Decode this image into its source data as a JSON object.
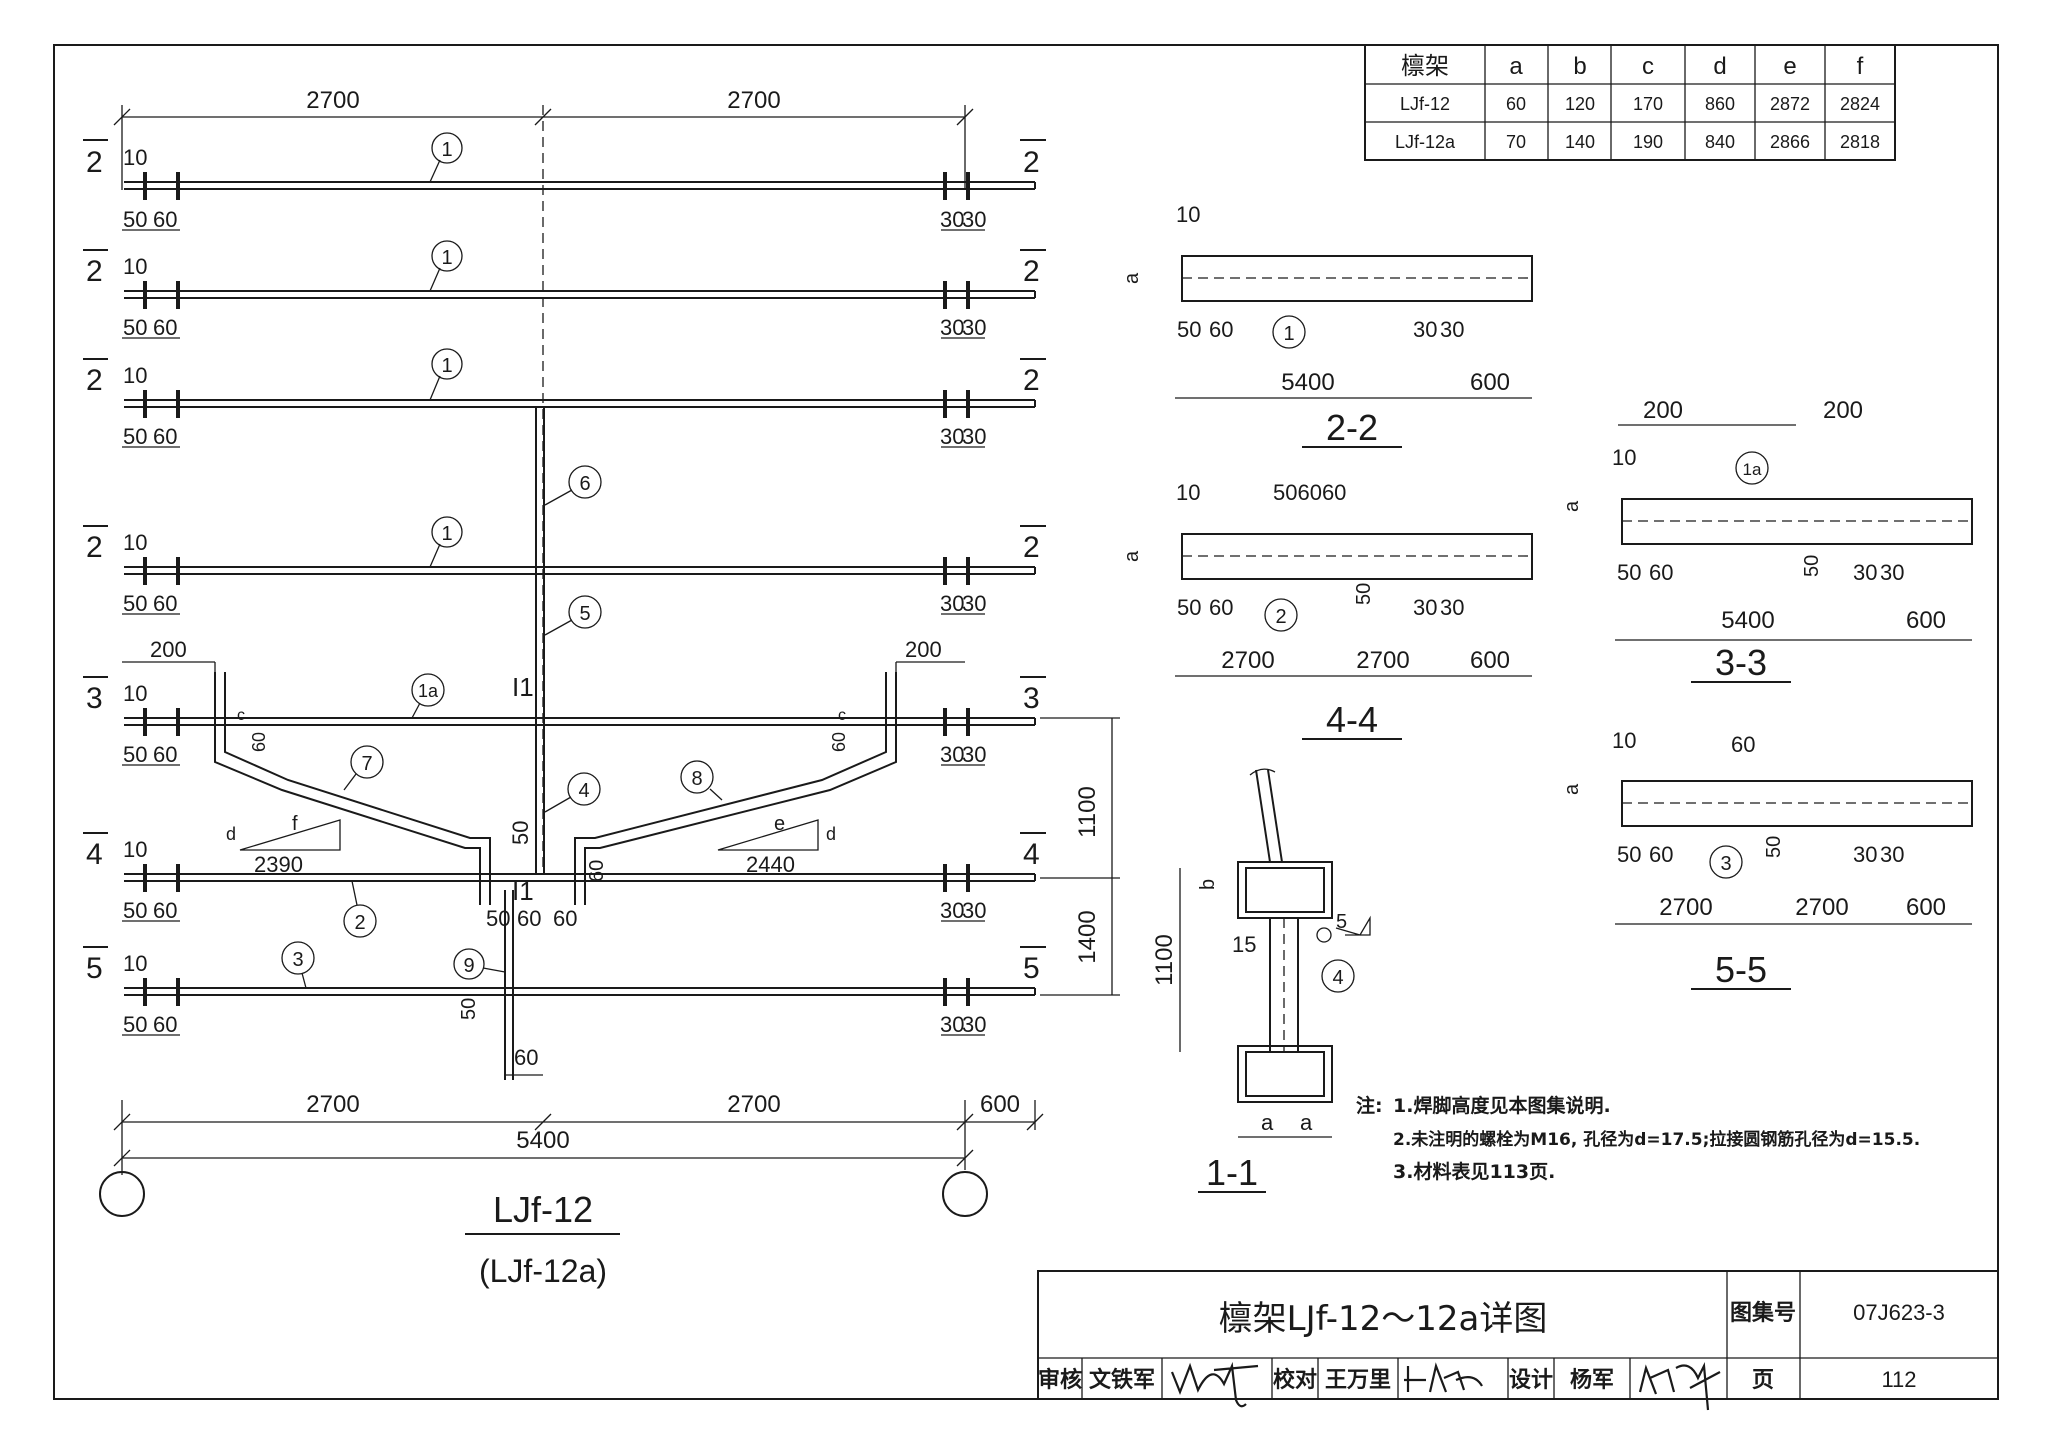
{
  "table": {
    "headers": [
      "檩架",
      "a",
      "b",
      "c",
      "d",
      "e",
      "f"
    ],
    "rows": [
      [
        "LJf-12",
        "60",
        "120",
        "170",
        "860",
        "2872",
        "2824"
      ],
      [
        "LJf-12a",
        "70",
        "140",
        "190",
        "840",
        "2866",
        "2818"
      ]
    ]
  },
  "main": {
    "dim_top_left": "2700",
    "dim_top_right": "2700",
    "dim_10": "10",
    "dim_50": "50",
    "dim_60": "60",
    "dim_30": "30",
    "dim_200": "200",
    "dim_1100": "1100",
    "dim_1400": "1400",
    "dim_2390": "2390",
    "dim_2440": "2440",
    "dim_bottom_left": "2700",
    "dim_bottom_right": "2700",
    "dim_bottom_600": "600",
    "dim_total": "5400",
    "label_c": "c",
    "label_d": "d",
    "label_e": "e",
    "label_f": "f",
    "section_2": "2",
    "section_3": "3",
    "section_4": "4",
    "section_5": "5",
    "marker_i1": "I1",
    "parts": [
      "1",
      "1a",
      "2",
      "3",
      "4",
      "5",
      "6",
      "7",
      "8",
      "9"
    ],
    "title": "LJf-12",
    "subtitle": "(LJf-12a)"
  },
  "details": {
    "s22": "2-2",
    "s44": "4-4",
    "s33": "3-3",
    "s55": "5-5",
    "s11": "1-1",
    "d5400": "5400",
    "d600": "600",
    "d2700": "2700",
    "d200": "200",
    "d50": "50",
    "d60": "60",
    "d30": "30",
    "d10": "10",
    "d15": "15",
    "d5": "5",
    "d1100": "1100",
    "la": "a",
    "lb": "b",
    "l506060": "506060"
  },
  "notes": {
    "prefix": "注:",
    "n1": "1.焊脚高度见本图集说明.",
    "n2": "2.未注明的螺栓为M16, 孔径为d=17.5;拉接圆钢筋孔径为d=15.5.",
    "n3": "3.材料表见113页."
  },
  "titleblock": {
    "title": "檩架LJf-12～12a详图",
    "atlas_label": "图集号",
    "atlas_no": "07J623-3",
    "page_label": "页",
    "page_no": "112",
    "review_label": "审核",
    "reviewer": "文铁军",
    "check_label": "校对",
    "checker": "王万里",
    "design_label": "设计",
    "designer": "杨军"
  }
}
